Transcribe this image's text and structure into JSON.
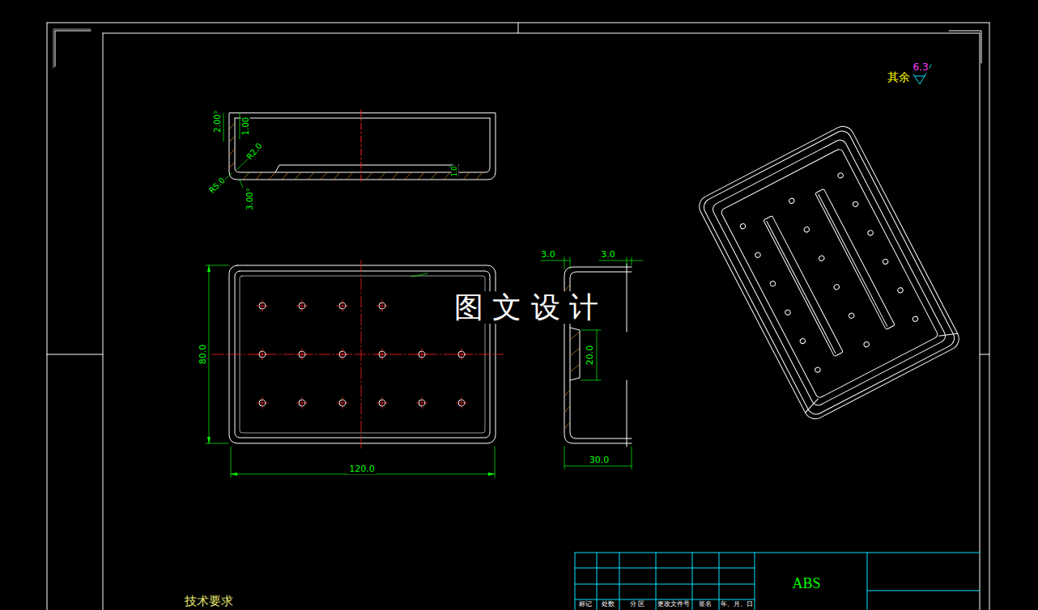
{
  "diagram": {
    "labels": [
      "其余",
      "6.3",
      "2.00°",
      "1.00",
      "R2.0",
      "R5.0",
      "3.00°",
      "80.0",
      "120.0",
      "3.0",
      "3.0",
      "20.0",
      "30.0",
      "图 文 设 计",
      "ABS",
      "技术要求",
      "标记",
      "处数",
      "分 区",
      "更改文件号",
      "签名",
      "年、月、日",
      "1.0"
    ]
  }
}
